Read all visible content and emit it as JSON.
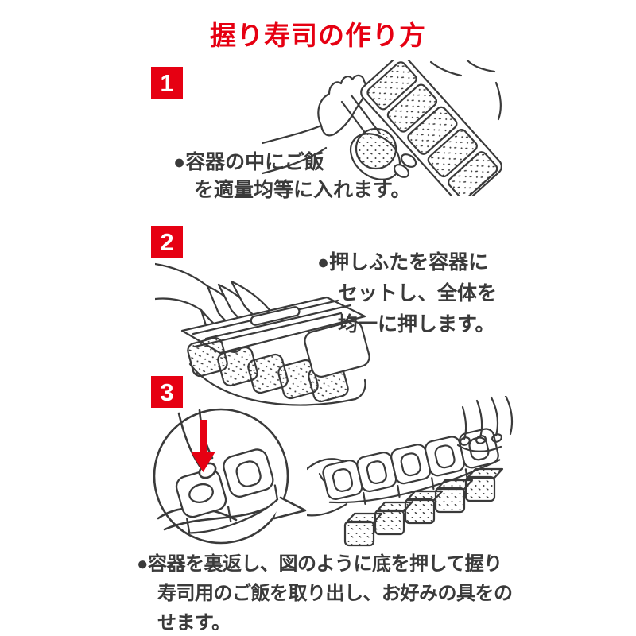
{
  "title": "握り寿司の作り方",
  "colors": {
    "accent_red": "#e60012",
    "text": "#3a3a3a",
    "line_art": "#3a3a3a",
    "background": "#ffffff"
  },
  "steps": [
    {
      "number": "1",
      "illustration": "hand-filling-rice-mold-with-paddle",
      "lines": [
        "●容器の中にご飯",
        "を適量均等に入れます。"
      ]
    },
    {
      "number": "2",
      "illustration": "hand-pressing-lid-onto-mold",
      "lines": [
        "●押しふたを容器に",
        "セットし、全体を",
        "均一に押します。"
      ]
    },
    {
      "number": "3",
      "illustration": "inverted-mold-releasing-rice-blocks",
      "lines": [
        "●容器を裏返し、図のように底を押して握り",
        "寿司用のご飯を取り出し、お好みの具をの",
        "せます。"
      ]
    }
  ]
}
